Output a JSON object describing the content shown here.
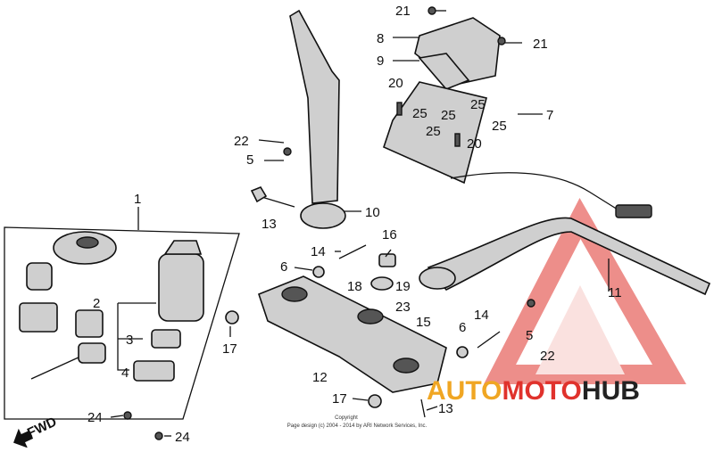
{
  "labels": {
    "p1": "1",
    "p2": "2",
    "p3": "3",
    "p4": "4",
    "p5a": "5",
    "p5b": "5",
    "p6a": "6",
    "p6b": "6",
    "p7": "7",
    "p8": "8",
    "p9": "9",
    "p10": "10",
    "p11": "11",
    "p12": "12",
    "p13a": "13",
    "p13b": "13",
    "p14a": "14",
    "p14b": "14",
    "p15": "15",
    "p16": "16",
    "p17a": "17",
    "p17b": "17",
    "p18": "18",
    "p19": "19",
    "p20a": "20",
    "p20b": "20",
    "p21a": "21",
    "p21b": "21",
    "p22a": "22",
    "p22b": "22",
    "p23": "23",
    "p24a": "24",
    "p24b": "24",
    "p25a": "25",
    "p25b": "25",
    "p25c": "25",
    "p25d": "25",
    "p25e": "25",
    "fwd": "FWD"
  },
  "copyright": {
    "line1": "Copyright",
    "line2": "Page design (c) 2004 - 2014 by ARI Network Services, Inc."
  },
  "watermark": {
    "part1": "AUTO",
    "part2": "MOTO",
    "part3": "HUB",
    "colors": {
      "triangle": "#e0322c",
      "auto": "#f0a623",
      "moto": "#e0322c",
      "hub": "#222222"
    }
  }
}
